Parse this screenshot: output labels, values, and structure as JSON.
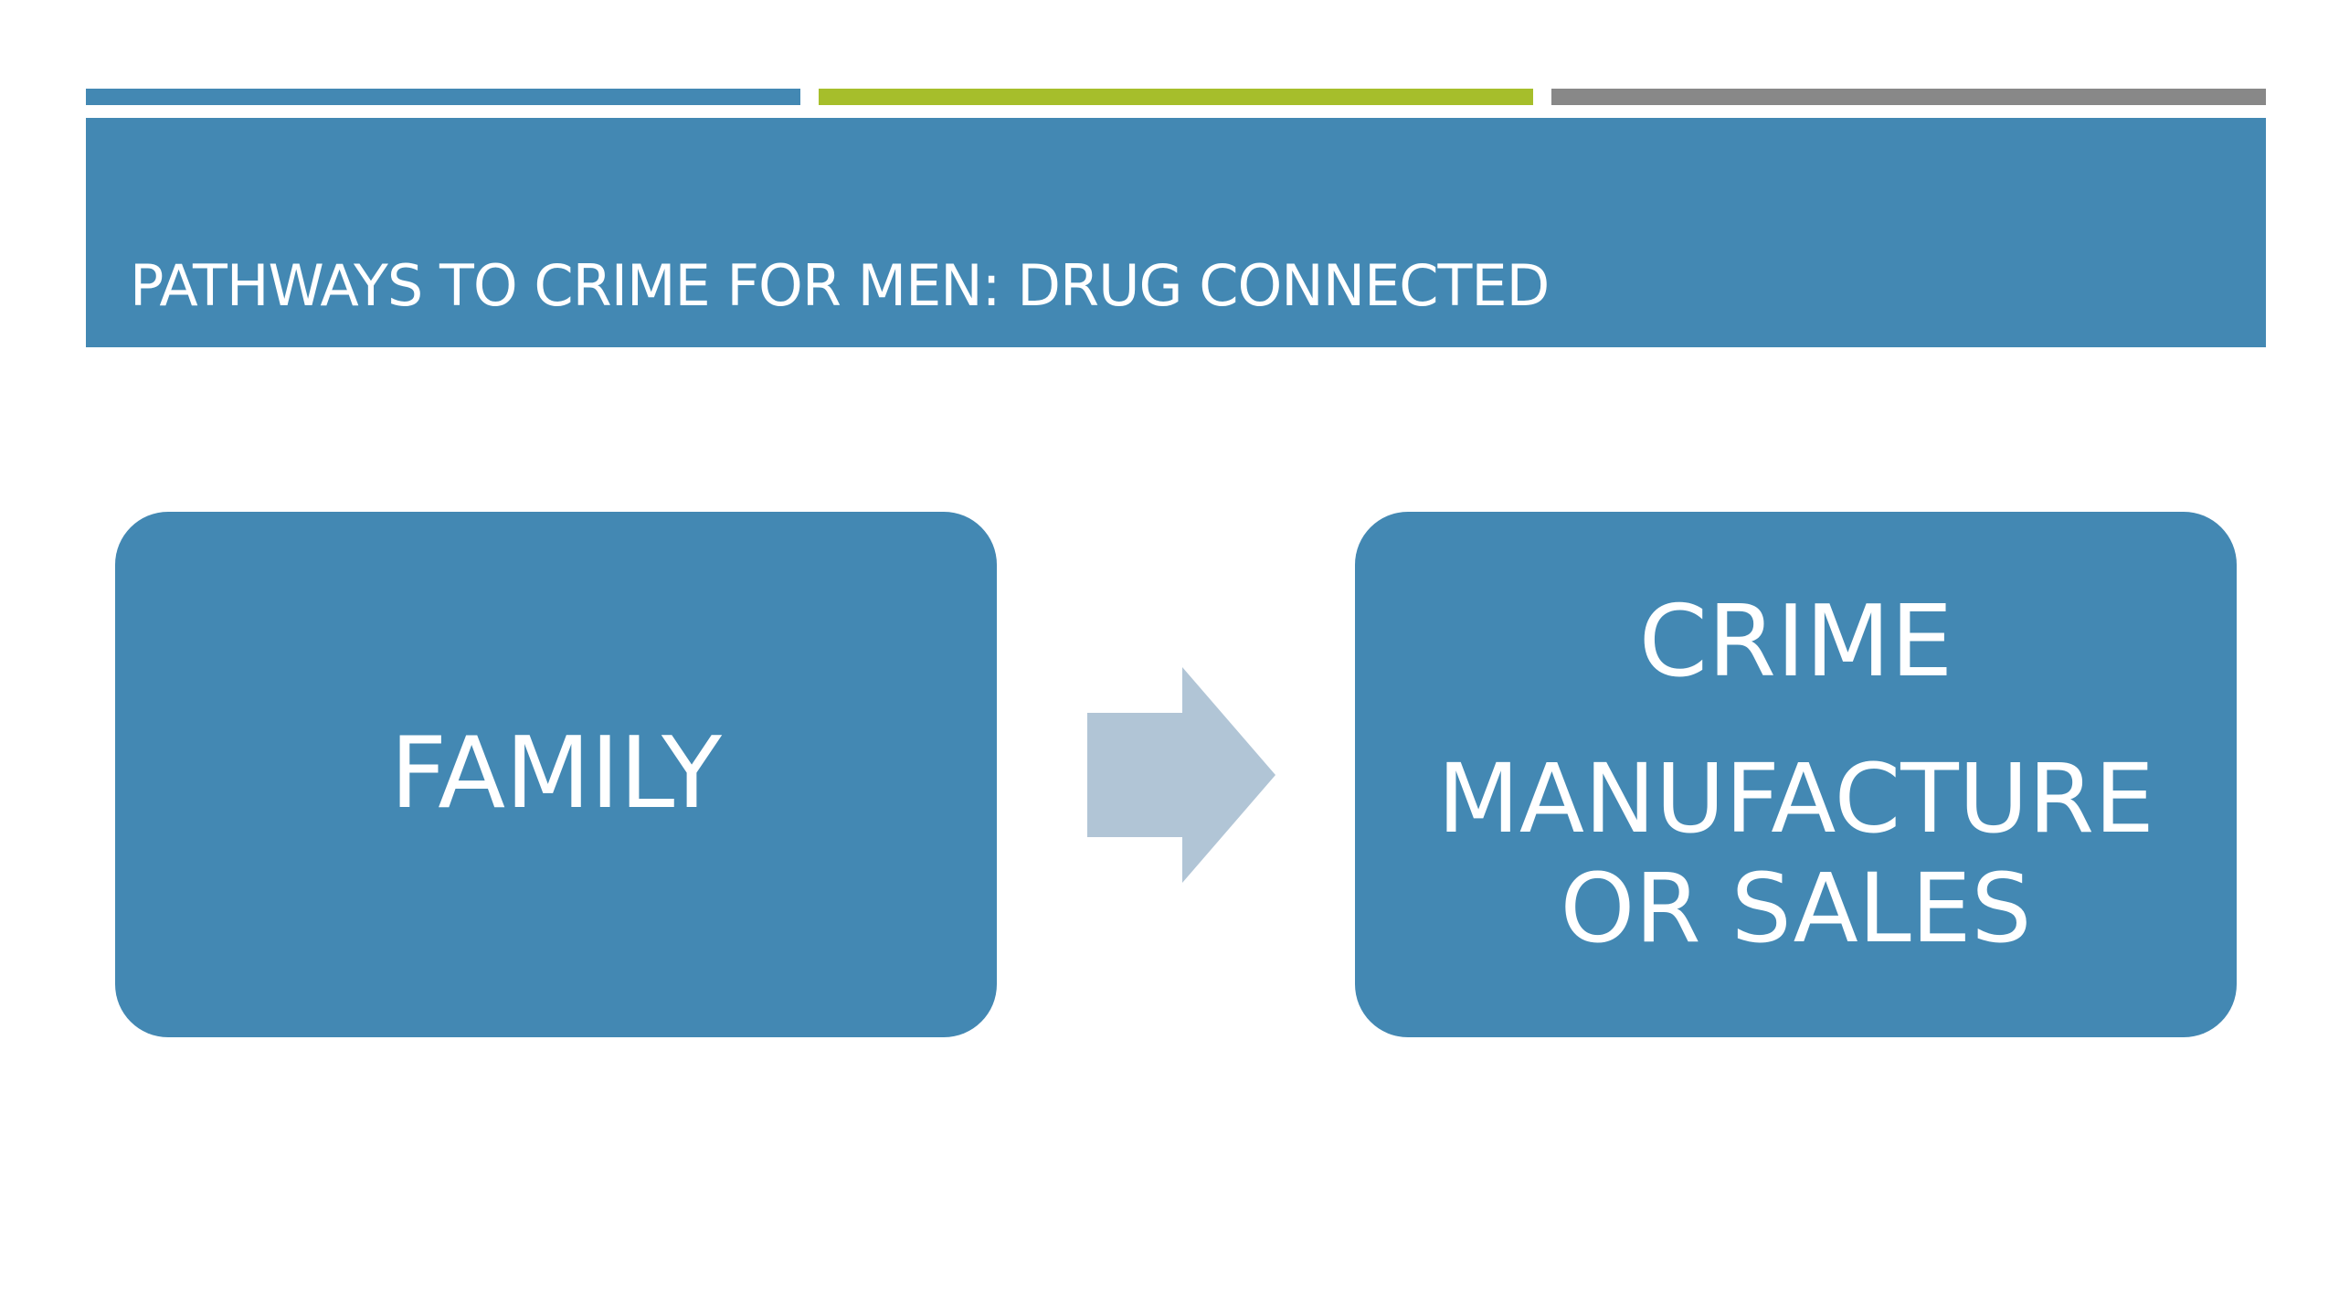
{
  "colors": {
    "primary": "#4388b3",
    "accent_green": "#a6be2b",
    "accent_gray": "#888888",
    "arrow": "#b1c5d6",
    "text_on_primary": "#ffffff"
  },
  "slide": {
    "title": "PATHWAYS TO CRIME FOR MEN: DRUG CONNECTED"
  },
  "diagram": {
    "left_box": {
      "label": "FAMILY"
    },
    "right_box": {
      "line1": "CRIME",
      "line2": "MANUFACTURE",
      "line3": "OR SALES"
    },
    "connector_icon": "right-arrow-icon"
  }
}
